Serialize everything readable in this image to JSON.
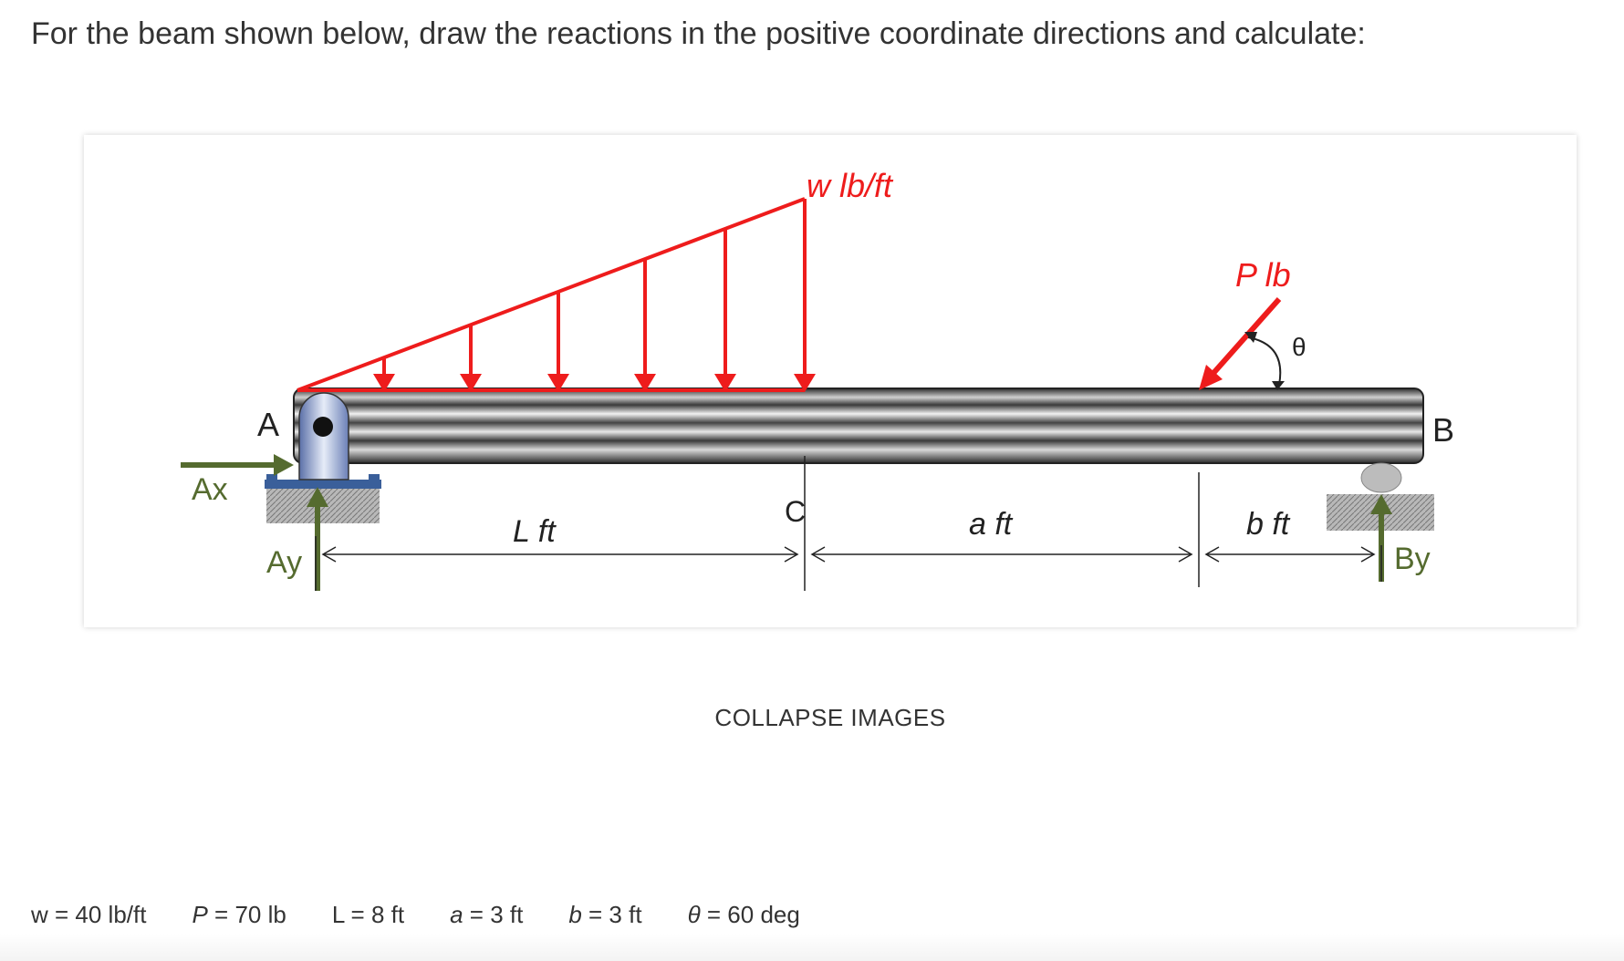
{
  "prompt": "For the beam shown below, draw the reactions in the positive coordinate directions and calculate:",
  "diagram": {
    "load_label": "w lb/ft",
    "force_label": "P lb",
    "angle_label": "θ",
    "point_a": "A",
    "point_b": "B",
    "point_c": "C",
    "ax_label": "Ax",
    "ay_label": "Ay",
    "by_label": "By",
    "dim_l": "L ft",
    "dim_a": "a ft",
    "dim_b": "b ft",
    "colors": {
      "load": "#ee1c1c",
      "reaction": "#556b2f",
      "beam": "#333333"
    }
  },
  "collapse_label": "COLLAPSE IMAGES",
  "params": [
    {
      "name": "w",
      "rest": " = 40 lb/ft"
    },
    {
      "name": "P",
      "rest": " = 70 lb"
    },
    {
      "name": "L",
      "rest": " = 8 ft"
    },
    {
      "name": "a",
      "rest": " = 3 ft"
    },
    {
      "name": "b",
      "rest": " = 3 ft"
    },
    {
      "name": "θ",
      "rest": " = 60 deg"
    }
  ]
}
